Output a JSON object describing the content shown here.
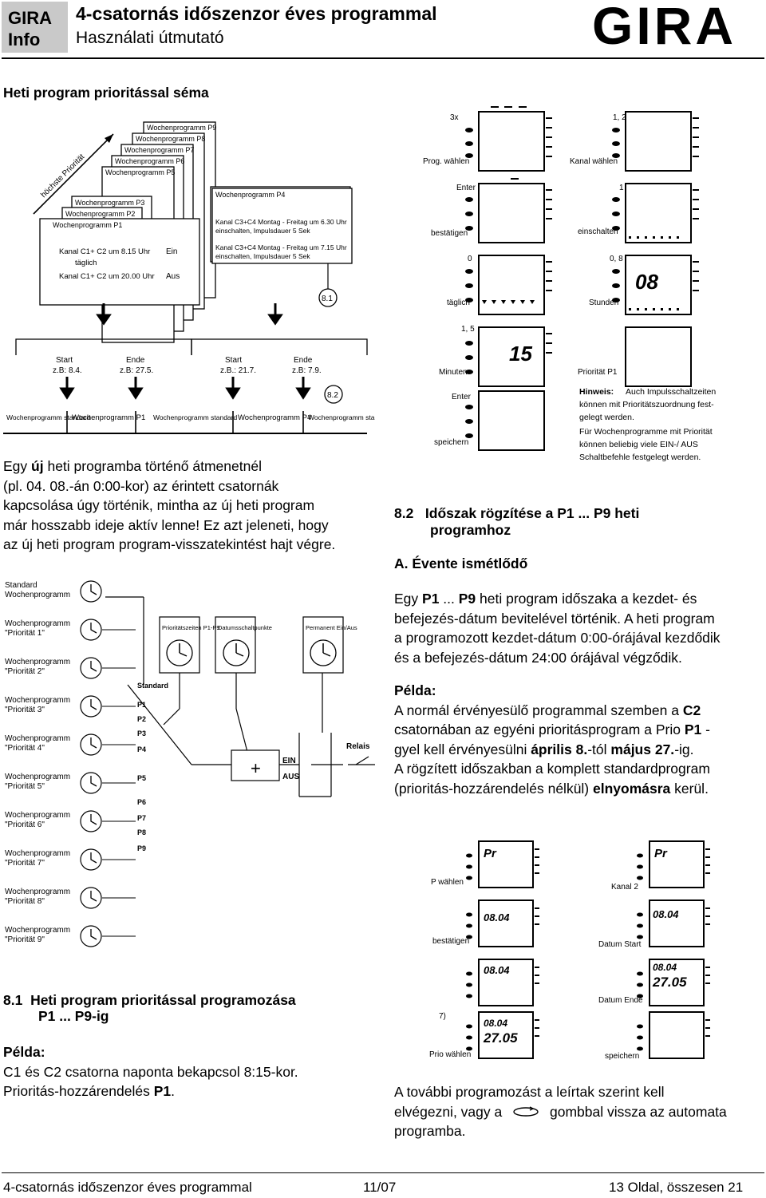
{
  "header": {
    "badge_line1": "GIRA",
    "badge_line2": "Info",
    "title": "4-csatornás időszenzor éves programmal",
    "subtitle": "Használati útmutató",
    "logo": "GIRA"
  },
  "section_title": "Heti program prioritással séma",
  "fig1": {
    "priority_label": "höchste Priorität",
    "cards_right": [
      "Wochenprogramm P9",
      "Wochenprogramm P8",
      "Wochenprogramm P7",
      "Wochenprogramm P6",
      "Wochenprogramm P5"
    ],
    "cards_left": [
      "Wochenprogramm P3",
      "Wochenprogramm P2",
      "Wochenprogramm P1"
    ],
    "card_p4": "Wochenprogramm P4",
    "p1_line1": "Kanal C1+ C2   um 8.15 Uhr",
    "p1_line2": "täglich",
    "p1_on": "Ein",
    "p1_line3": "Kanal C1+ C2   um 20.00 Uhr",
    "p1_off": "Aus",
    "p4_line1": "Kanal C3+C4  Montag - Freitag um 6.30 Uhr",
    "p4_line2": "einschalten, Impulsdauer 5 Sek",
    "p4_line3": "Kanal C3+C4  Montag - Freitag um 7.15 Uhr",
    "p4_line4": "einschalten, Impulsdauer 5 Sek",
    "ref_81": "8.1",
    "ref_82": "8.2",
    "start1": "Start",
    "start1_date": "z.B: 8.4.",
    "ende1": "Ende",
    "ende1_date": "z.B: 27.5.",
    "start2": "Start",
    "start2_date": "z.B.: 21.7.",
    "ende2": "Ende",
    "ende2_date": "z.B: 7.9.",
    "timeline": [
      "Wochenprogramm standard",
      "Wochenprogramm P1",
      "Wochenprogramm standard",
      "Wochenprogramm P4",
      "Wochenprogramm standard"
    ]
  },
  "para1": {
    "l1a": "Egy ",
    "l1b": "új",
    "l1c": " heti programba történő átmenetnél",
    "l2": "(pl. 04. 08.-án 0:00-kor) az érintett csatornák",
    "l3": "kapcsolása úgy történik, mintha az új heti program",
    "l4": "már hosszabb ideje aktív lenne! Ez azt jeleneti, hogy",
    "l5": "az új heti program program-visszatekintést hajt végre."
  },
  "fig2": {
    "programs": [
      "Standard Wochenprogramm",
      "Wochenprogramm \"Priorität 1\"",
      "Wochenprogramm \"Priorität 2\"",
      "Wochenprogramm \"Priorität 3\"",
      "Wochenprogramm \"Priorität 4\"",
      "Wochenprogramm \"Priorität 5\"",
      "Wochenprogramm \"Priorität 6\"",
      "Wochenprogramm \"Priorität 7\"",
      "Wochenprogramm \"Priorität 8\"",
      "Wochenprogramm \"Priorität 9\""
    ],
    "switch_labels": [
      "Standard",
      "P1",
      "P2",
      "P3",
      "P4",
      "P5",
      "P6",
      "P7",
      "P8",
      "P9"
    ],
    "box1": "Prioritätszeiten P1-P9",
    "box2": "Datumsschaltpunkte",
    "box3": "Permanent Ein/Aus",
    "plus": "+",
    "ein": "EIN",
    "aus": "AUS",
    "relais": "Relais"
  },
  "sec81": {
    "num": "8.1",
    "title_l1": "Heti program prioritással programozása",
    "title_l2": "P1 ... P9-ig",
    "example": "Példa:",
    "l1": "C1 és C2 csatorna naponta bekapcsol 8:15-kor.",
    "l2a": "Prioritás-hozzárendelés ",
    "l2b": "P1",
    "l2c": "."
  },
  "fig3": {
    "top1": "3x",
    "top2": "1, 2",
    "prog_waehlen": "Prog. wählen",
    "kanal_waehlen": "Kanal wählen",
    "enter1": "Enter",
    "one": "1",
    "bestaetigen": "bestätigen",
    "einschalten": "einschalten",
    "zero": "0",
    "zero8": "0, 8",
    "display_08": "08",
    "taeglich": "täglich",
    "stunden": "Stunden",
    "one5": "1, 5",
    "display_15": "15",
    "minuten": "Minuten",
    "prioritaet": "Priorität P1",
    "enter2": "Enter",
    "speichern": "speichern",
    "hint_bold": "Hinweis:",
    "hint_l1": "Auch Impulsschaltzeiten",
    "hint_l2": "können mit Prioritätszuordnung fest-",
    "hint_l3": "gelegt werden.",
    "hint_l4": "Für Wochenprogramme mit Priorität",
    "hint_l5": "können beliebig viele EIN-/ AUS",
    "hint_l6": "Schaltbefehle festgelegt werden."
  },
  "sec82": {
    "num": "8.2",
    "title_l1": "Időszak rögzítése a P1 ... P9 heti",
    "title_l2": "programhoz",
    "sub": "A. Évente ismétlődő",
    "p1a": "Egy ",
    "p1b": "P1",
    "p1c": " ... ",
    "p1d": "P9",
    "p1e": " heti program időszaka a kezdet- és",
    "p1f": "befejezés-dátum bevitelével történik. A heti program",
    "p1g": "a programozott kezdet-dátum 0:00-órájával kezdődik",
    "p1h": "és a befejezés-dátum 24:00 órájával végződik.",
    "example": "Példa:",
    "e1a": "A normál érvényesülő programmal szemben a ",
    "e1b": "C2",
    "e2a": "csatornában az egyéni prioritásprogram a Prio ",
    "e2b": "P1",
    "e2c": " -",
    "e3a": "gyel kell érvényesülni ",
    "e3b": "április 8.",
    "e3c": "-tól ",
    "e3d": "május 27.",
    "e3e": "-ig.",
    "e4": "A rögzített időszakban a komplett standardprogram",
    "e5a": "(prioritás-hozzárendelés nélkül) ",
    "e5b": "elnyomásra",
    "e5c": " kerül."
  },
  "fig4": {
    "pr1": "Pr",
    "pr2": "Pr",
    "p_waehlen": "P wählen",
    "kanal2": "Kanal 2",
    "d0804": "08.04",
    "d0804b": "08.04",
    "d2705": "27.05",
    "d0804c": "08.04",
    "d2705b": "27.05",
    "bestaetigen": "bestätigen",
    "datum_start": "Datum Start",
    "datum_ende": "Datum Ende",
    "step7": "7)",
    "prio_waehlen": "Prio wählen",
    "speichern": "speichern"
  },
  "closing": {
    "l1": "A további programozást a leírtak szerint kell",
    "l2a": "elvégezni, vagy a",
    "l2b": "gombbal vissza az automata",
    "l3": "programba."
  },
  "footer": {
    "left": "4-csatornás időszenzor éves programmal",
    "center": "11/07",
    "right": "13 Oldal, összesen 21"
  }
}
